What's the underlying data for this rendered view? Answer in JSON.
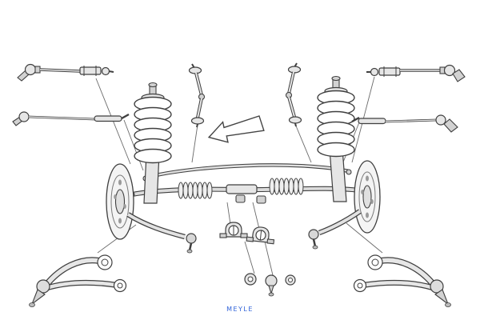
{
  "diagram": {
    "title": "front-axle-suspension-parts-diagram",
    "watermark": "MEYLE",
    "colors": {
      "line": "#3f3f3f",
      "leader": "#6a6a6a",
      "fill_light": "#f2f2f2",
      "fill_mid": "#dedede",
      "fill_dark": "#c9c9c9",
      "background": "#ffffff",
      "watermark_blue": "#2f62d9"
    },
    "parts": [
      "outer-tie-rod-left",
      "inner-axial-rod-left",
      "outer-tie-rod-right",
      "inner-axial-rod-right",
      "stabilizer-link-left",
      "stabilizer-link-right",
      "coil-spring-left",
      "coil-spring-right",
      "strut-left",
      "strut-right",
      "brake-disc-hub-left",
      "brake-disc-hub-right",
      "steering-rack-with-boots",
      "stabilizer-bar",
      "steering-arm-left",
      "steering-arm-right",
      "control-arm-left",
      "control-arm-right",
      "stabilizer-bushing-bracket-pair",
      "bushing-set-with-ball-joint",
      "direction-arrow"
    ]
  }
}
